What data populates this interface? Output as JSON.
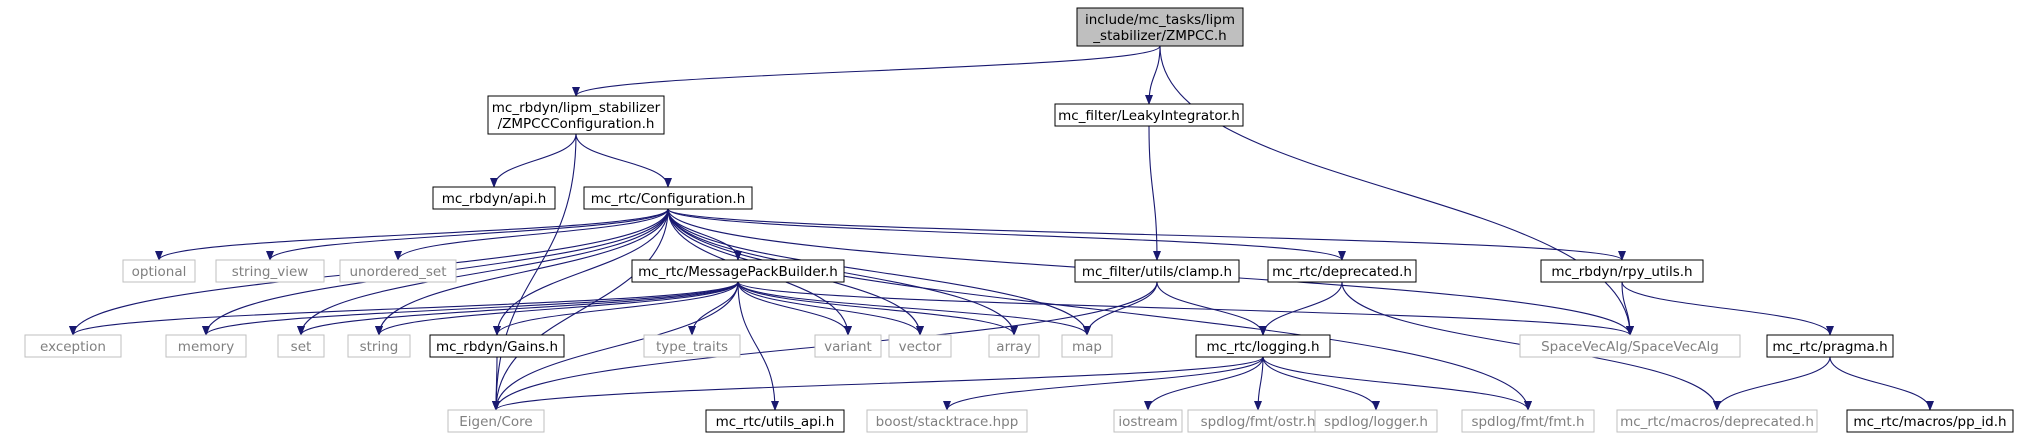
{
  "colors": {
    "edge": "#191970",
    "root_fill": "#bfbfbf",
    "box_stroke": "#000000",
    "external_stroke": "#bfbfbf",
    "external_text": "#808080",
    "background": "#ffffff"
  },
  "nodes": [
    {
      "id": "zmpcc",
      "lines": [
        "include/mc_tasks/lipm",
        "_stabilizer/ZMPCC.h"
      ],
      "kind": "root"
    },
    {
      "id": "zmpcc_config",
      "lines": [
        "mc_rbdyn/lipm_stabilizer",
        "/ZMPCCConfiguration.h"
      ],
      "kind": "documented"
    },
    {
      "id": "leaky",
      "lines": [
        "mc_filter/LeakyIntegrator.h"
      ],
      "kind": "documented"
    },
    {
      "id": "rbdyn_api",
      "lines": [
        "mc_rbdyn/api.h"
      ],
      "kind": "documented"
    },
    {
      "id": "configuration",
      "lines": [
        "mc_rtc/Configuration.h"
      ],
      "kind": "documented"
    },
    {
      "id": "optional",
      "lines": [
        "optional"
      ],
      "kind": "external"
    },
    {
      "id": "string_view",
      "lines": [
        "string_view"
      ],
      "kind": "external"
    },
    {
      "id": "unordered_set",
      "lines": [
        "unordered_set"
      ],
      "kind": "external"
    },
    {
      "id": "msgpack",
      "lines": [
        "mc_rtc/MessagePackBuilder.h"
      ],
      "kind": "documented"
    },
    {
      "id": "clamp",
      "lines": [
        "mc_filter/utils/clamp.h"
      ],
      "kind": "documented"
    },
    {
      "id": "deprecated_h",
      "lines": [
        "mc_rtc/deprecated.h"
      ],
      "kind": "documented"
    },
    {
      "id": "rpy_utils",
      "lines": [
        "mc_rbdyn/rpy_utils.h"
      ],
      "kind": "documented"
    },
    {
      "id": "exception",
      "lines": [
        "exception"
      ],
      "kind": "external"
    },
    {
      "id": "memory",
      "lines": [
        "memory"
      ],
      "kind": "external"
    },
    {
      "id": "set",
      "lines": [
        "set"
      ],
      "kind": "external"
    },
    {
      "id": "string",
      "lines": [
        "string"
      ],
      "kind": "external"
    },
    {
      "id": "gains",
      "lines": [
        "mc_rbdyn/Gains.h"
      ],
      "kind": "documented"
    },
    {
      "id": "type_traits",
      "lines": [
        "type_traits"
      ],
      "kind": "external"
    },
    {
      "id": "variant",
      "lines": [
        "variant"
      ],
      "kind": "external"
    },
    {
      "id": "vector",
      "lines": [
        "vector"
      ],
      "kind": "external"
    },
    {
      "id": "array",
      "lines": [
        "array"
      ],
      "kind": "external"
    },
    {
      "id": "map",
      "lines": [
        "map"
      ],
      "kind": "external"
    },
    {
      "id": "logging",
      "lines": [
        "mc_rtc/logging.h"
      ],
      "kind": "documented"
    },
    {
      "id": "spacevec",
      "lines": [
        "SpaceVecAlg/SpaceVecAlg"
      ],
      "kind": "external"
    },
    {
      "id": "pragma",
      "lines": [
        "mc_rtc/pragma.h"
      ],
      "kind": "documented"
    },
    {
      "id": "eigen",
      "lines": [
        "Eigen/Core"
      ],
      "kind": "external"
    },
    {
      "id": "utils_api",
      "lines": [
        "mc_rtc/utils_api.h"
      ],
      "kind": "documented"
    },
    {
      "id": "stacktrace",
      "lines": [
        "boost/stacktrace.hpp"
      ],
      "kind": "external"
    },
    {
      "id": "iostream",
      "lines": [
        "iostream"
      ],
      "kind": "external"
    },
    {
      "id": "ostr",
      "lines": [
        "spdlog/fmt/ostr.h"
      ],
      "kind": "external"
    },
    {
      "id": "logger",
      "lines": [
        "spdlog/logger.h"
      ],
      "kind": "external"
    },
    {
      "id": "fmt",
      "lines": [
        "spdlog/fmt/fmt.h"
      ],
      "kind": "external"
    },
    {
      "id": "macros_deprecated",
      "lines": [
        "mc_rtc/macros/deprecated.h"
      ],
      "kind": "external"
    },
    {
      "id": "pp_id",
      "lines": [
        "mc_rtc/macros/pp_id.h"
      ],
      "kind": "documented"
    }
  ],
  "edges": [
    [
      "zmpcc",
      "zmpcc_config"
    ],
    [
      "zmpcc",
      "leaky"
    ],
    [
      "zmpcc",
      "spacevec"
    ],
    [
      "zmpcc_config",
      "rbdyn_api"
    ],
    [
      "zmpcc_config",
      "configuration"
    ],
    [
      "zmpcc_config",
      "eigen"
    ],
    [
      "leaky",
      "clamp"
    ],
    [
      "configuration",
      "optional"
    ],
    [
      "configuration",
      "string_view"
    ],
    [
      "configuration",
      "unordered_set"
    ],
    [
      "configuration",
      "msgpack"
    ],
    [
      "configuration",
      "deprecated_h"
    ],
    [
      "configuration",
      "rpy_utils"
    ],
    [
      "configuration",
      "exception"
    ],
    [
      "configuration",
      "memory"
    ],
    [
      "configuration",
      "set"
    ],
    [
      "configuration",
      "string"
    ],
    [
      "configuration",
      "gains"
    ],
    [
      "configuration",
      "variant"
    ],
    [
      "configuration",
      "vector"
    ],
    [
      "configuration",
      "array"
    ],
    [
      "configuration",
      "map"
    ],
    [
      "configuration",
      "spacevec"
    ],
    [
      "configuration",
      "eigen"
    ],
    [
      "configuration",
      "fmt"
    ],
    [
      "msgpack",
      "exception"
    ],
    [
      "msgpack",
      "memory"
    ],
    [
      "msgpack",
      "set"
    ],
    [
      "msgpack",
      "string"
    ],
    [
      "msgpack",
      "gains"
    ],
    [
      "msgpack",
      "type_traits"
    ],
    [
      "msgpack",
      "variant"
    ],
    [
      "msgpack",
      "vector"
    ],
    [
      "msgpack",
      "array"
    ],
    [
      "msgpack",
      "map"
    ],
    [
      "msgpack",
      "eigen"
    ],
    [
      "msgpack",
      "utils_api"
    ],
    [
      "msgpack",
      "spacevec"
    ],
    [
      "clamp",
      "map"
    ],
    [
      "clamp",
      "logging"
    ],
    [
      "clamp",
      "eigen"
    ],
    [
      "deprecated_h",
      "logging"
    ],
    [
      "deprecated_h",
      "macros_deprecated"
    ],
    [
      "rpy_utils",
      "spacevec"
    ],
    [
      "rpy_utils",
      "pragma"
    ],
    [
      "gains",
      "eigen"
    ],
    [
      "logging",
      "eigen"
    ],
    [
      "logging",
      "stacktrace"
    ],
    [
      "logging",
      "iostream"
    ],
    [
      "logging",
      "ostr"
    ],
    [
      "logging",
      "logger"
    ],
    [
      "logging",
      "fmt"
    ],
    [
      "pragma",
      "macros_deprecated"
    ],
    [
      "pragma",
      "pp_id"
    ]
  ]
}
